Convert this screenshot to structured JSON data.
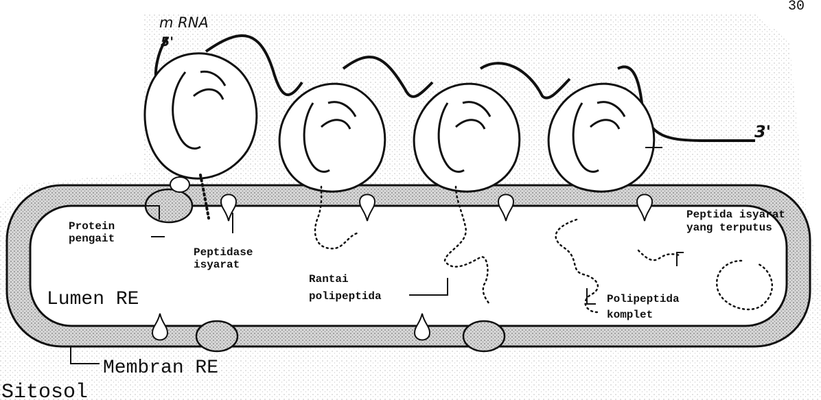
{
  "page_number": "30",
  "labels": {
    "mrna": "m RNA",
    "five_prime": "5'",
    "three_prime": "3'",
    "protein_pengait_1": "Protein",
    "protein_pengait_2": "pengait",
    "peptidase_1": "Peptidase",
    "peptidase_2": "isyarat",
    "rantai_1": "Rantai",
    "rantai_2": "polipeptida",
    "peptida_isyarat_1": "Peptida isyarat",
    "peptida_isyarat_2": "yang terputus",
    "polipeptida_komplet_1": "Polipeptida",
    "polipeptida_komplet_2": "komplet",
    "lumen": "Lumen RE",
    "membran": "Membran RE",
    "sitosol": "Sitosol"
  },
  "colors": {
    "ink": "#111111",
    "membrane_fill": "#cfcfcf",
    "stipple": "#9a9a9a",
    "background": "#ffffff"
  }
}
